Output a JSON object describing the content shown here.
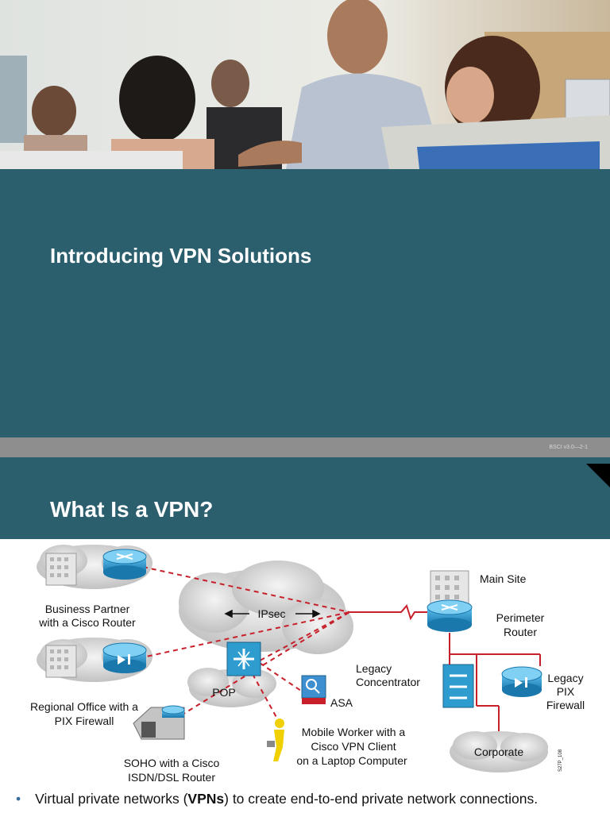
{
  "slide1": {
    "title": "Introducing VPN Solutions"
  },
  "footer": {
    "text": "BSCI v3.0—2-1"
  },
  "slide2": {
    "title": "What Is a VPN?"
  },
  "diagram": {
    "labels": {
      "business_partner_1": "Business Partner",
      "business_partner_2": "with a Cisco Router",
      "regional_office_1": "Regional Office with a",
      "regional_office_2": "PIX Firewall",
      "soho_1": "SOHO with a Cisco",
      "soho_2": "ISDN/DSL Router",
      "ipsec": "IPsec",
      "pop": "POP",
      "asa": "ASA",
      "mobile_1": "Mobile Worker with a",
      "mobile_2": "Cisco VPN Client",
      "mobile_3": "on a Laptop Computer",
      "main_site": "Main Site",
      "perimeter_1": "Perimeter",
      "perimeter_2": "Router",
      "legacy_conc_1": "Legacy",
      "legacy_conc_2": "Concentrator",
      "legacy_pix_1": "Legacy",
      "legacy_pix_2": "PIX",
      "legacy_pix_3": "Firewall",
      "corporate": "Corporate",
      "figure_id": "S27P_108"
    }
  },
  "bullet": {
    "before": "Virtual private networks (",
    "bold": "VPNs",
    "after": ") to create end-to-end private network connections."
  },
  "colors": {
    "teal": "#2c5f6e",
    "gray_bar": "#8e8e8e",
    "dashed_red": "#c8202a",
    "router_blue": "#2f9ccf"
  }
}
